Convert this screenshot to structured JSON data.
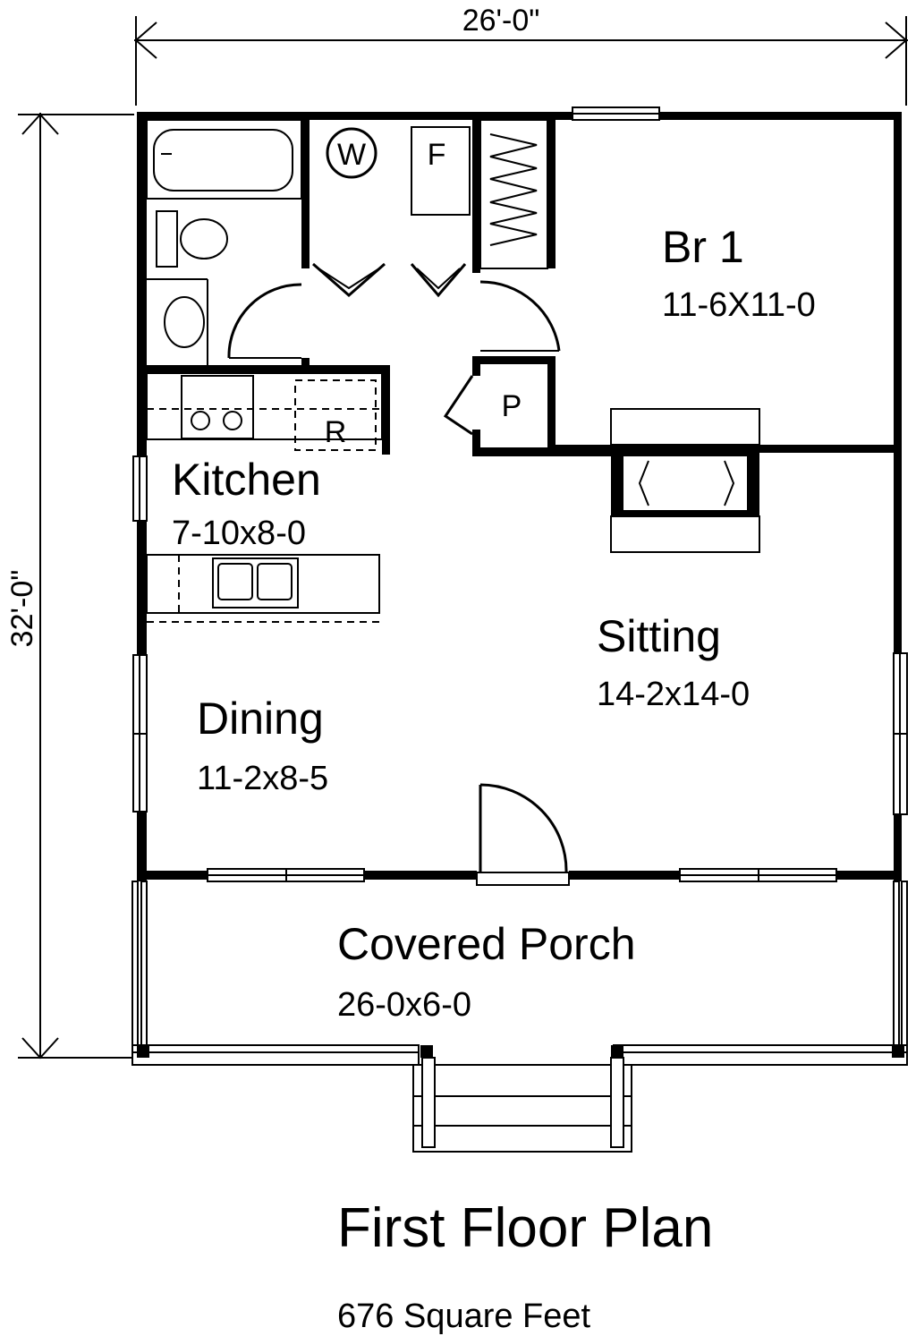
{
  "dimensions": {
    "width": "26'-0\"",
    "depth": "32'-0\""
  },
  "rooms": {
    "bedroom": {
      "name": "Br 1",
      "size": "11-6X11-0"
    },
    "kitchen": {
      "name": "Kitchen",
      "size": "7-10x8-0"
    },
    "sitting": {
      "name": "Sitting",
      "size": "14-2x14-0"
    },
    "dining": {
      "name": "Dining",
      "size": "11-2x8-5"
    },
    "porch": {
      "name": "Covered Porch",
      "size": "26-0x6-0"
    }
  },
  "fixtures": {
    "washer": "W",
    "freezer": "F",
    "pantry": "P",
    "refrigerator": "R"
  },
  "title": "First Floor Plan",
  "area": "676 Square Feet"
}
